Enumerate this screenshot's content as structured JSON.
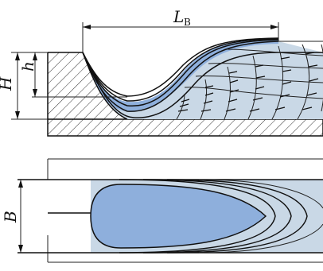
{
  "labels": {
    "Lb_main": "L",
    "Lb_sub": "B",
    "H": "H",
    "h": "h",
    "B": "B"
  },
  "colors": {
    "melt_blue": "#8eafdc",
    "layer_light": "#c9d8e6",
    "hatch": "#333333",
    "outline": "#111111"
  }
}
